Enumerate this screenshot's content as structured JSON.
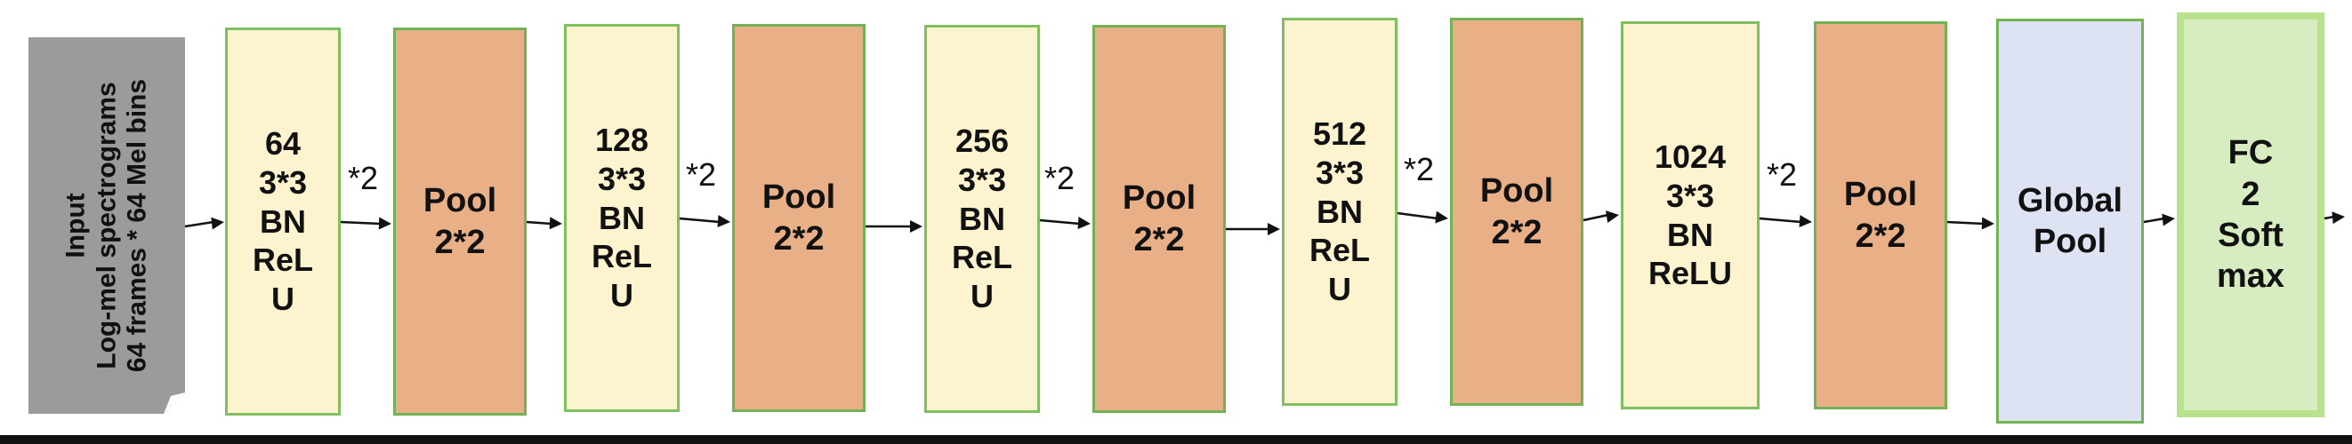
{
  "input": {
    "lines": [
      "Input",
      "Log-mel spectrograms",
      "64 frames * 64 Mel bins"
    ],
    "fill": "#9b9b9b"
  },
  "blocks": [
    {
      "id": "conv1",
      "type": "conv",
      "lines": [
        "64",
        "3*3",
        "BN",
        "ReL",
        "U"
      ]
    },
    {
      "id": "pool1",
      "type": "pool",
      "lines": [
        "Pool",
        "2*2"
      ]
    },
    {
      "id": "conv2",
      "type": "conv",
      "lines": [
        "128",
        "3*3",
        "BN",
        "ReL",
        "U"
      ]
    },
    {
      "id": "pool2",
      "type": "pool",
      "lines": [
        "Pool",
        "2*2"
      ]
    },
    {
      "id": "conv3",
      "type": "conv",
      "lines": [
        "256",
        "3*3",
        "BN",
        "ReL",
        "U"
      ]
    },
    {
      "id": "pool3",
      "type": "pool",
      "lines": [
        "Pool",
        "2*2"
      ]
    },
    {
      "id": "conv4",
      "type": "conv",
      "lines": [
        "512",
        "3*3",
        "BN",
        "ReL",
        "U"
      ]
    },
    {
      "id": "pool4",
      "type": "pool",
      "lines": [
        "Pool",
        "2*2"
      ]
    },
    {
      "id": "conv5",
      "type": "conv",
      "lines": [
        "1024",
        "3*3",
        "BN",
        "ReLU"
      ]
    },
    {
      "id": "pool5",
      "type": "pool",
      "lines": [
        "Pool",
        "2*2"
      ]
    },
    {
      "id": "gpool",
      "type": "gpool",
      "lines": [
        "Global",
        "Pool"
      ]
    },
    {
      "id": "fc",
      "type": "fc",
      "lines": [
        "FC",
        "2",
        "Soft",
        "max"
      ]
    }
  ],
  "multipliers": [
    "*2",
    "*2",
    "*2",
    "*2",
    "*2"
  ],
  "colors": {
    "conv_fill": "#fdf4cf",
    "pool_fill": "#e9b088",
    "global_pool_fill": "#dde3f3",
    "fc_fill": "#d7ecc0",
    "border_green": "#72b254",
    "arrow": "#111111"
  }
}
